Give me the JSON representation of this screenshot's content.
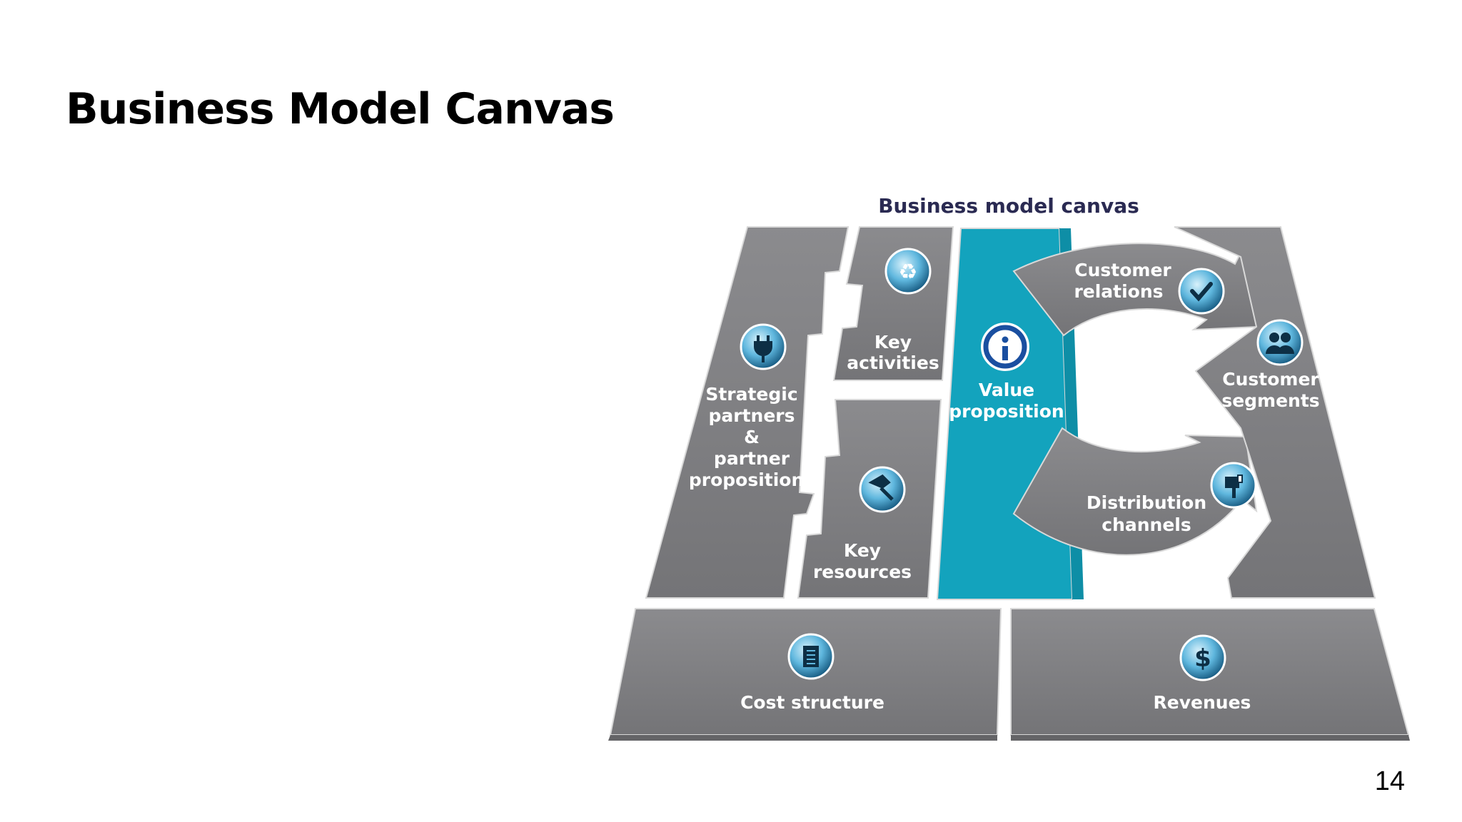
{
  "slide": {
    "title": "Business Model Canvas",
    "page_number": "14"
  },
  "diagram": {
    "title": "Business model canvas",
    "blocks": {
      "strategic_partners": [
        "Strategic",
        "partners",
        "&",
        "partner",
        "propositions"
      ],
      "key_activities": [
        "Key",
        "activities"
      ],
      "key_resources": [
        "Key",
        "resources"
      ],
      "value_proposition": [
        "Value",
        "proposition"
      ],
      "customer_relations": [
        "Customer",
        "relations"
      ],
      "distribution_channels": [
        "Distribution",
        "channels"
      ],
      "customer_segments": [
        "Customer",
        "segments"
      ],
      "cost_structure": [
        "Cost structure"
      ],
      "revenues": [
        "Revenues"
      ]
    },
    "icons": {
      "strategic_partners": "plug-icon",
      "key_activities": "recycle-icon",
      "key_resources": "hammer-icon",
      "value_proposition": "info-icon",
      "customer_relations": "checkmark-icon",
      "customer_segments": "people-icon",
      "distribution_channels": "mailbox-icon",
      "cost_structure": "document-icon",
      "revenues": "dollar-icon"
    },
    "colors": {
      "tile": "#7f7f82",
      "tile_dark": "#5e5e62",
      "value_proposition": "#13a3bd",
      "title_text": "#2a2a52",
      "icon_blue": "#1f7fa8"
    }
  }
}
